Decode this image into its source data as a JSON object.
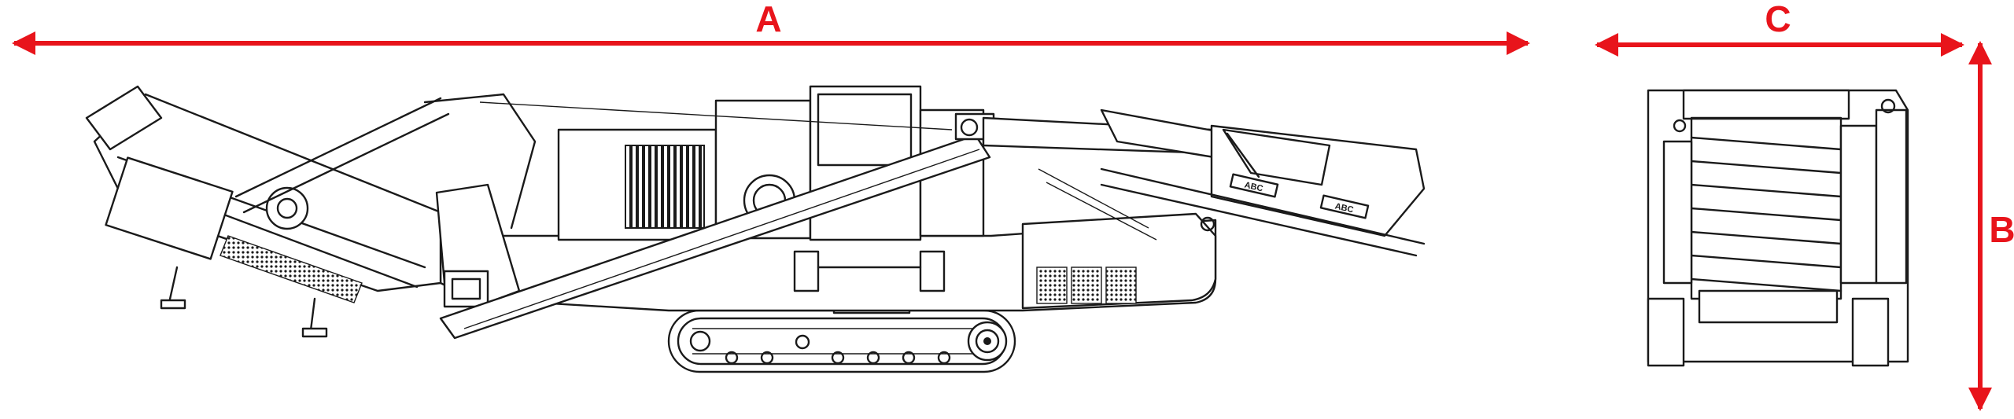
{
  "dimensions": {
    "length_label": "A",
    "height_label": "B",
    "width_label": "C",
    "color": "#e8141b"
  },
  "machine_badges": [
    "ABC",
    "ABC"
  ],
  "views": [
    "side-view",
    "rear-view"
  ]
}
